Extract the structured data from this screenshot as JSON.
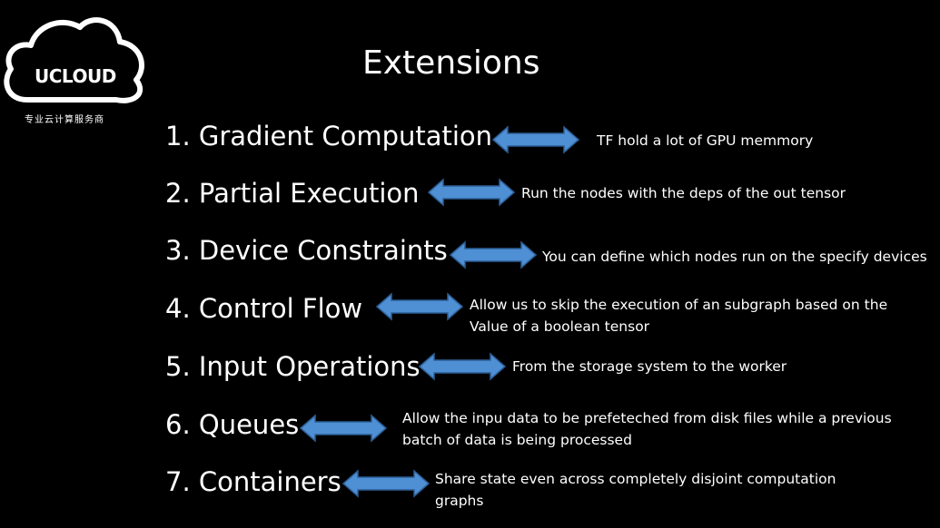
{
  "logo": {
    "brand": "UCLOUD",
    "tagline": "专业云计算服务商"
  },
  "title": "Extensions",
  "colors": {
    "background": "#000000",
    "text": "#ffffff",
    "arrow_fill": "#4f8fd4",
    "arrow_stroke": "#2c5f96"
  },
  "items": [
    {
      "label": "1. Gradient Computation",
      "desc": [
        "TF hold a lot of GPU memmory"
      ]
    },
    {
      "label": "2. Partial Execution",
      "desc": [
        "Run the nodes with the deps of the out tensor"
      ]
    },
    {
      "label": "3. Device Constraints",
      "desc": [
        "You can define which nodes run on the specify devices"
      ]
    },
    {
      "label": "4. Control Flow",
      "desc": [
        "Allow us to skip the execution of  an subgraph based on the",
        "Value of a boolean tensor"
      ]
    },
    {
      "label": "5. Input Operations",
      "desc": [
        "From the storage system to the worker"
      ]
    },
    {
      "label": "6. Queues",
      "desc": [
        "Allow  the inpu data to be prefeteched from disk files while a previous",
        "batch of data is being processed"
      ]
    },
    {
      "label": "7. Containers",
      "desc": [
        "Share state even across completely disjoint computation",
        "graphs"
      ]
    }
  ]
}
